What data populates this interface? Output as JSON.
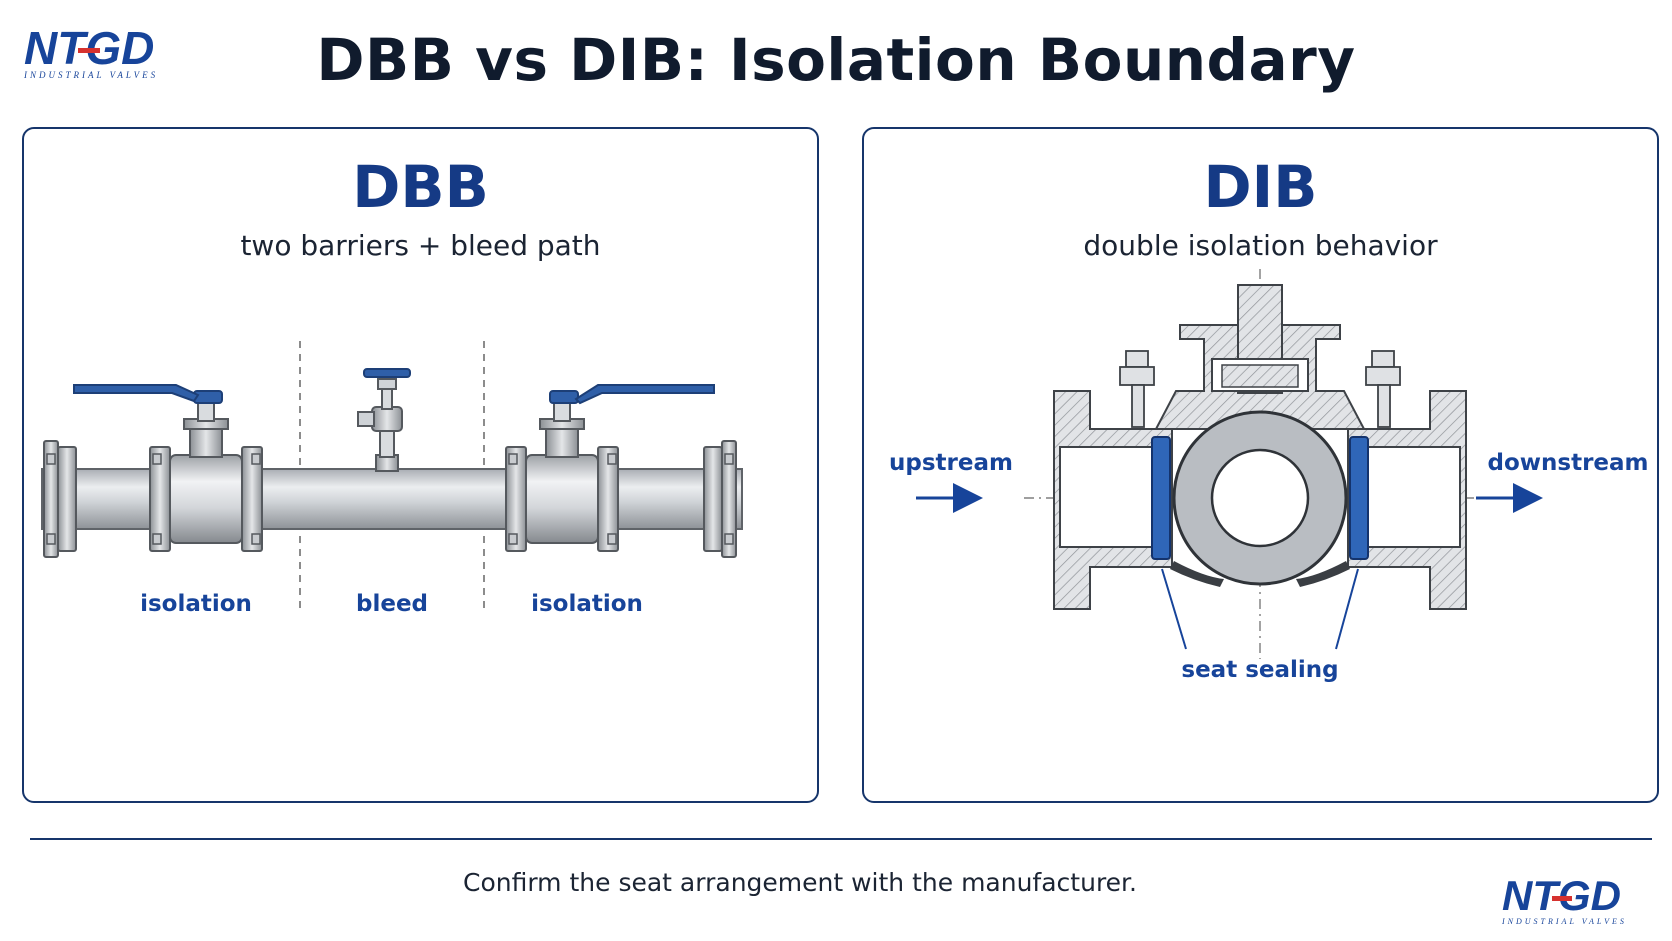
{
  "brand": {
    "logo_text": "NTGD",
    "logo_subtext": "INDUSTRIAL VALVES",
    "accent": "#17449a",
    "red": "#d6322f"
  },
  "header": {
    "title": "DBB vs DIB: Isolation Boundary"
  },
  "dbb": {
    "title": "DBB",
    "subtitle": "two barriers + bleed path",
    "labels": {
      "left": "isolation",
      "center": "bleed",
      "right": "isolation"
    }
  },
  "dib": {
    "title": "DIB",
    "subtitle": "double isolation behavior",
    "labels": {
      "upstream": "upstream",
      "downstream": "downstream",
      "seat": "seat sealing"
    }
  },
  "footer": {
    "note": "Confirm the seat arrangement with the manufacturer."
  }
}
